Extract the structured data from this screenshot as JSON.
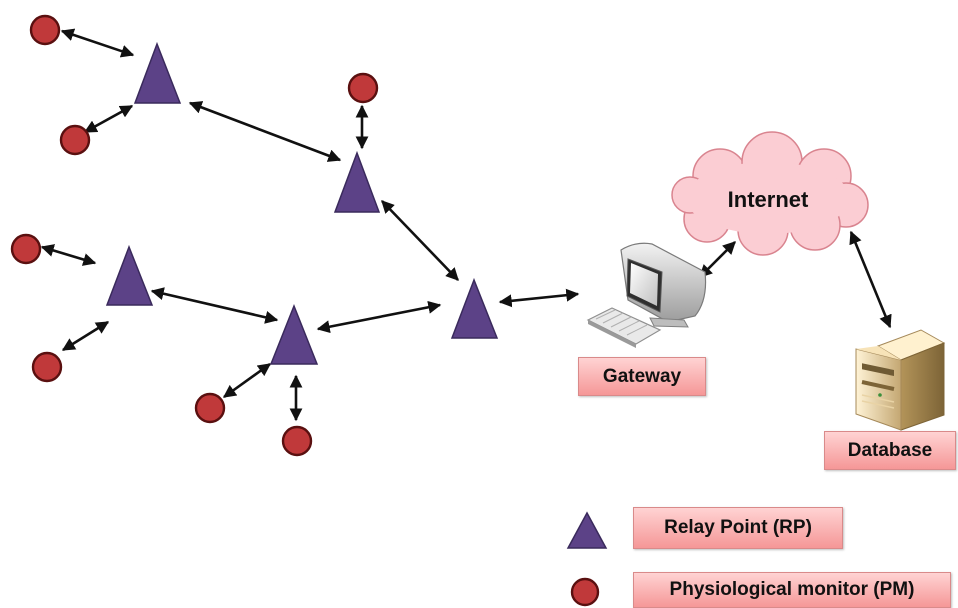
{
  "colors": {
    "relay": "#5c4287",
    "relay_stroke": "#3a2a5c",
    "monitor": "#c0393a",
    "monitor_stroke": "#5a1010",
    "cloud": "#fbcdd3",
    "cloud_stroke": "#d9848f",
    "label_bg": "#f8b4b4",
    "arrow": "#111111"
  },
  "nodes": {
    "internet_label": "Internet",
    "gateway_label": "Gateway",
    "database_label": "Database"
  },
  "legend": {
    "relay_label": "Relay Point (RP)",
    "monitor_label": "Physiological monitor (PM)"
  },
  "icons": {
    "relay": "triangle",
    "monitor": "circle",
    "gateway": "desktop-computer-icon",
    "database": "server-tower-icon",
    "internet": "cloud-icon"
  }
}
